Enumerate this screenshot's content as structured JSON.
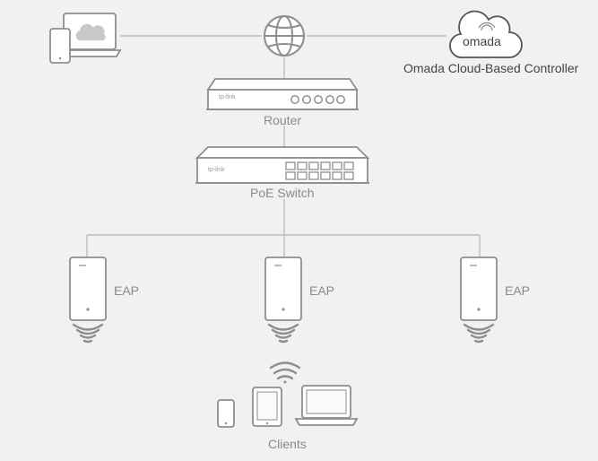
{
  "controller": {
    "logo_text": "omada",
    "label": "Omada Cloud-Based Controller"
  },
  "router": {
    "label": "Router",
    "brand": "tp-link"
  },
  "switch": {
    "label": "PoE Switch",
    "brand": "tp-link"
  },
  "eaps": [
    {
      "label": "EAP"
    },
    {
      "label": "EAP"
    },
    {
      "label": "EAP"
    }
  ],
  "clients": {
    "label": "Clients"
  },
  "colors": {
    "line": "#b5b5b5",
    "device_stroke": "#8e8e8e",
    "device_fill": "#ffffff",
    "background": "#f1f1f1"
  }
}
